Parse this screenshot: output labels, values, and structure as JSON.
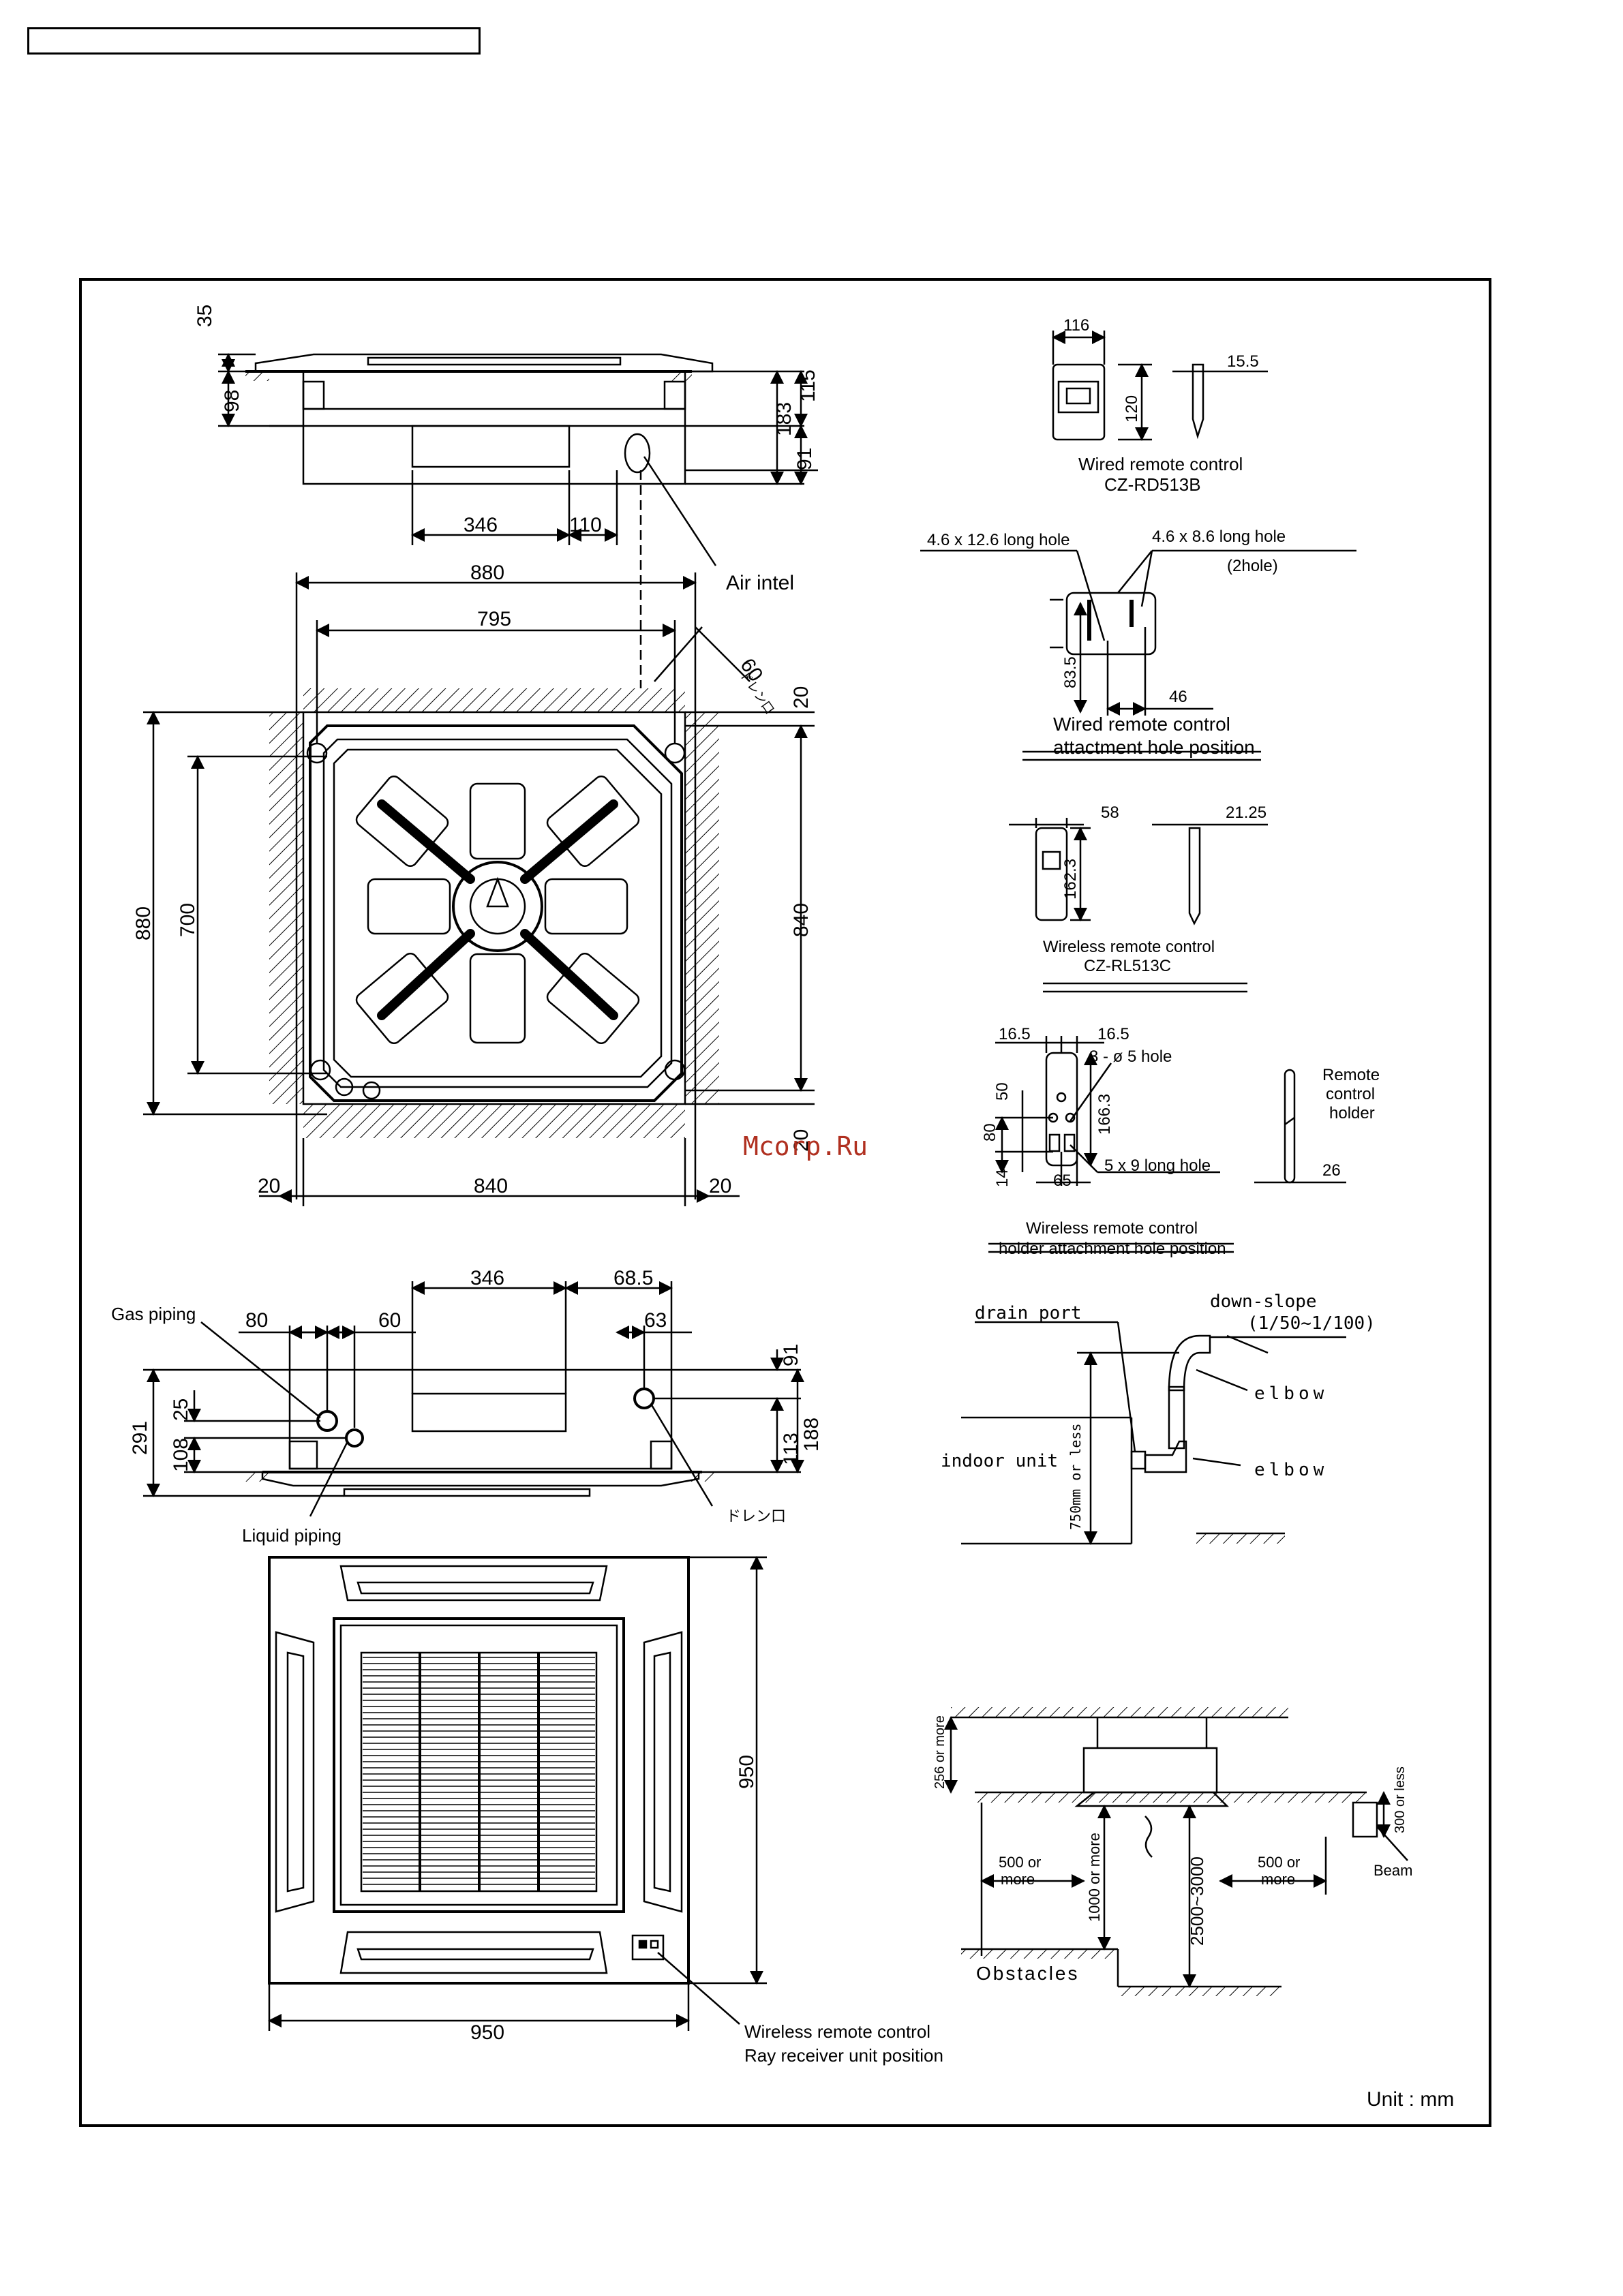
{
  "watermark": "Mcorp.Ru",
  "unit_label": "Unit : mm",
  "side_view": {
    "dims": [
      "35",
      "98",
      "183",
      "91",
      "115",
      "346",
      "110"
    ],
    "air_inlet_label": "Air intel"
  },
  "top_view": {
    "dims": [
      "880",
      "795",
      "60",
      "20",
      "880",
      "700",
      "840",
      "20",
      "20",
      "840",
      "20"
    ],
    "note": "ドレン口"
  },
  "wired_remote": {
    "dims": [
      "116",
      "120",
      "15.5"
    ],
    "label": "Wired remote control",
    "model": "CZ-RD513B"
  },
  "wired_holes": {
    "hole1": "4.6 x 12.6 long hole",
    "hole2": "4.6 x 8.6 long hole",
    "hole2_count": "(2hole)",
    "dims": [
      "83.5",
      "46"
    ],
    "title1": "Wired remote control",
    "title2": "attactment hole position"
  },
  "wireless_remote": {
    "dims": [
      "58",
      "21.25",
      "162.3"
    ],
    "label": "Wireless remote control",
    "model": "CZ-RL513C"
  },
  "wireless_holder": {
    "dims": [
      "16.5",
      "16.5",
      "50",
      "80",
      "14",
      "65",
      "166.3",
      "26"
    ],
    "hole1": "3 - ø 5 hole",
    "hole2": "5 x 9 long hole",
    "holder_label": [
      "Remote",
      "control",
      "holder"
    ],
    "title1": "Wireless remote control",
    "title2": "holder attachment hole position"
  },
  "front_view": {
    "dims": [
      "346",
      "68.5",
      "80",
      "60",
      "63",
      "91",
      "291",
      "25",
      "108",
      "113",
      "188"
    ],
    "gas_piping": "Gas piping",
    "liquid_piping": "Liquid piping",
    "drain_note": "ドレン口"
  },
  "drain_diagram": {
    "drain_port": "drain port",
    "down_slope": "down-slope",
    "slope_ratio": "(1/50~1/100)",
    "elbow": "elbow",
    "indoor_unit": "indoor unit",
    "height_note": "750mm or less"
  },
  "panel_view": {
    "dims": [
      "950",
      "950"
    ],
    "receiver_label1": "Wireless remote control",
    "receiver_label2": "Ray receiver unit position"
  },
  "clearance": {
    "top_dim": "256 or more",
    "side_left": [
      "500 or",
      "more"
    ],
    "side_right": [
      "500 or",
      "more"
    ],
    "min_height": "1000 or more",
    "range": "2500~3000",
    "beam_dim": "300 or less",
    "beam": "Beam",
    "obstacles": "Obstacles"
  }
}
